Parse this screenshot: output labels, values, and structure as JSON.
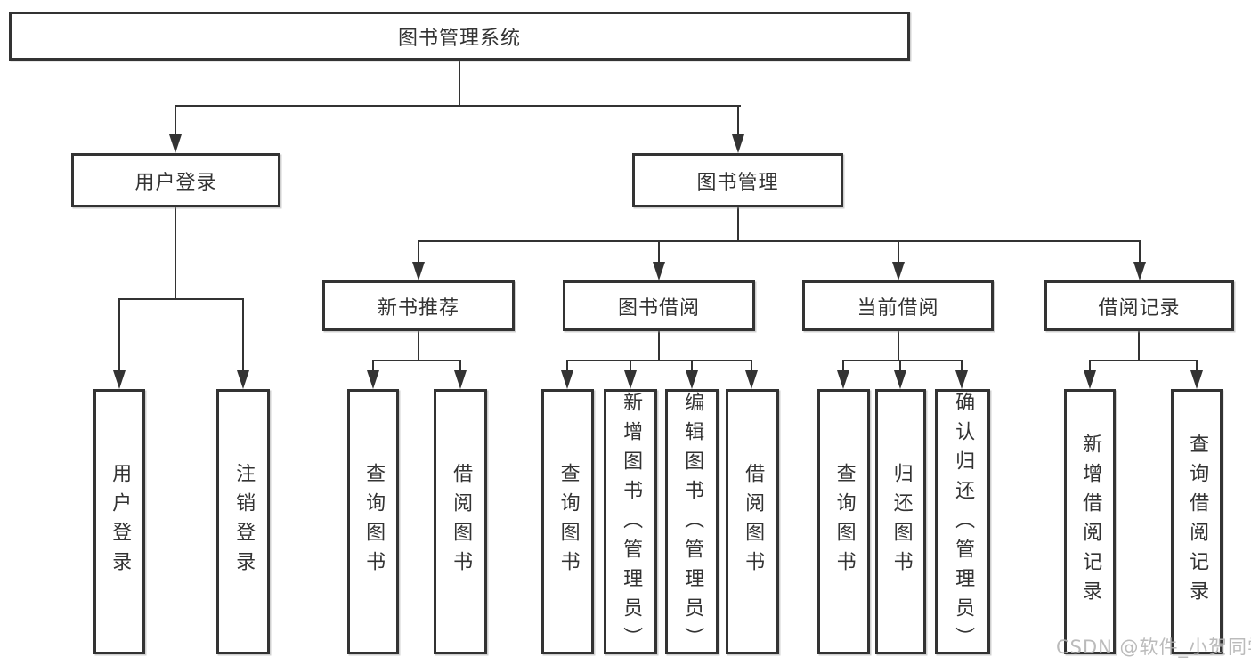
{
  "colors": {
    "line": "#333333",
    "box_border": "#333333",
    "box_bg": "#ffffff",
    "text": "#333333",
    "watermark": "#b4b4b4"
  },
  "tree": {
    "label": "图书管理系统",
    "children": [
      {
        "label": "用户登录",
        "children": [
          {
            "label": "用户登录"
          },
          {
            "label": "注销登录"
          }
        ]
      },
      {
        "label": "图书管理",
        "children": [
          {
            "label": "新书推荐",
            "children": [
              {
                "label": "查询图书"
              },
              {
                "label": "借阅图书"
              }
            ]
          },
          {
            "label": "图书借阅",
            "children": [
              {
                "label": "查询图书"
              },
              {
                "label": "新增图书（管理员）"
              },
              {
                "label": "编辑图书（管理员）"
              },
              {
                "label": "借阅图书"
              }
            ]
          },
          {
            "label": "当前借阅",
            "children": [
              {
                "label": "查询图书"
              },
              {
                "label": "归还图书"
              },
              {
                "label": "确认归还（管理员）"
              }
            ]
          },
          {
            "label": "借阅记录",
            "children": [
              {
                "label": "新增借阅记录"
              },
              {
                "label": "查询借阅记录"
              }
            ]
          }
        ]
      }
    ]
  },
  "watermark": {
    "text": "CSDN @软件_小贺同学"
  }
}
